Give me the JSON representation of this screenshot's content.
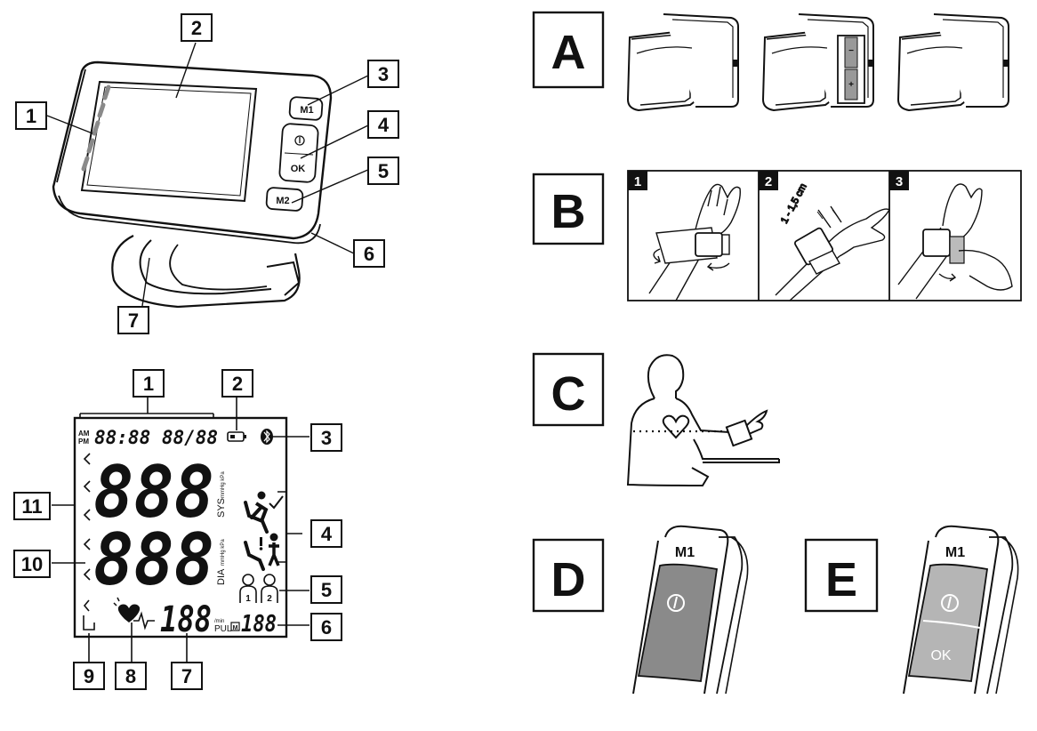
{
  "device_callouts": [
    "1",
    "2",
    "3",
    "4",
    "5",
    "6",
    "7"
  ],
  "device_buttons": {
    "m1": "M1",
    "ok": "OK",
    "m2": "M2"
  },
  "display_callouts": [
    "1",
    "2",
    "3",
    "4",
    "5",
    "6",
    "7",
    "8",
    "9",
    "10",
    "11"
  ],
  "display": {
    "ampm": [
      "AM",
      "PM"
    ],
    "datetime": "88:88 88/88",
    "sys_digits": "888",
    "dia_digits": "888",
    "pulse_digits": "188",
    "memory_digits": "188",
    "memory_badge": "M",
    "sys_label": "SYS",
    "sys_units": "mmHg kPa",
    "dia_label": "DIA",
    "dia_units": "mmHg kPa",
    "pul_label": "PUL",
    "pul_units": "/min",
    "user1": "1",
    "user2": "2"
  },
  "panels": {
    "a": {
      "letter": "A"
    },
    "b": {
      "letter": "B",
      "steps": [
        "1",
        "2",
        "3"
      ],
      "distance": "1 - 1,5 cm"
    },
    "c": {
      "letter": "C"
    },
    "d": {
      "letter": "D",
      "m1": "M1"
    },
    "e": {
      "letter": "E",
      "m1": "M1",
      "ok": "OK"
    }
  },
  "colors": {
    "ink": "#111111",
    "gray_dark": "#8a8a8a",
    "gray_light": "#b5b5b5"
  }
}
